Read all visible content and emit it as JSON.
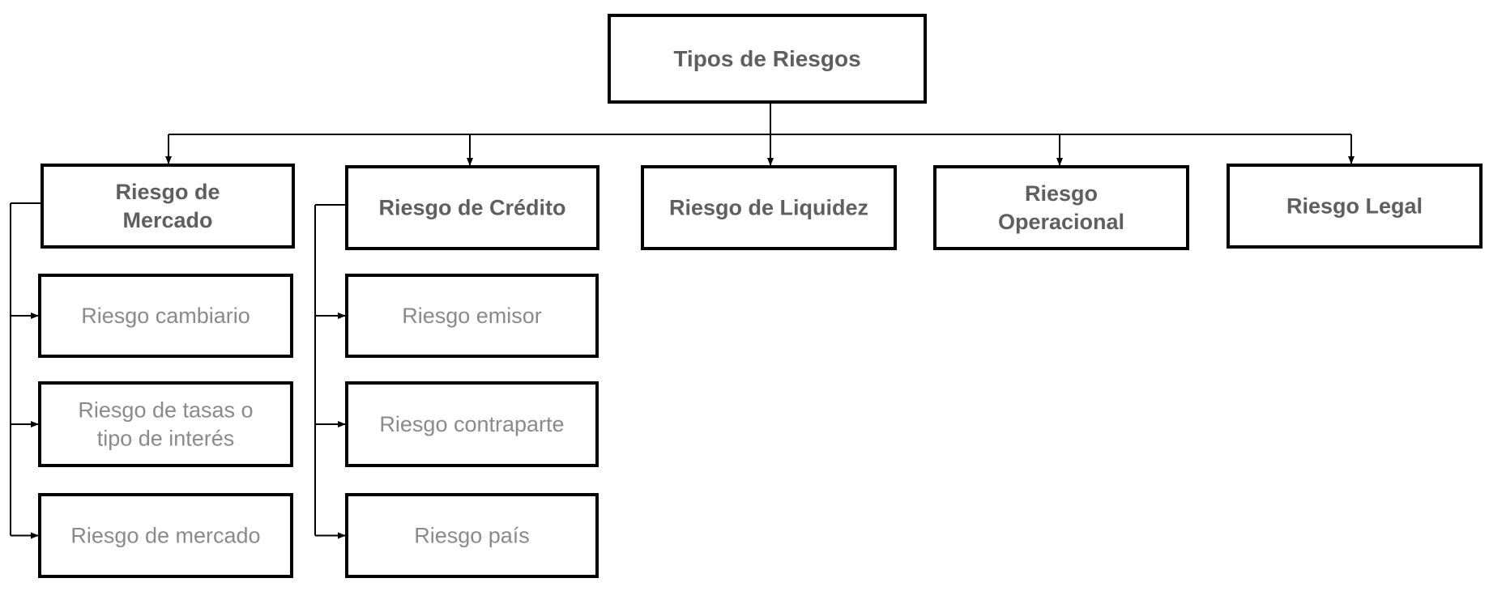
{
  "diagram": {
    "root": {
      "label": "Tipos de Riesgos"
    },
    "categories": [
      {
        "lines": [
          "Riesgo de",
          "Mercado"
        ],
        "children": [
          {
            "lines": [
              "Riesgo cambiario"
            ]
          },
          {
            "lines": [
              "Riesgo de tasas o",
              "tipo de interés"
            ]
          },
          {
            "lines": [
              "Riesgo de mercado"
            ]
          }
        ]
      },
      {
        "lines": [
          "Riesgo de Crédito"
        ],
        "children": [
          {
            "lines": [
              "Riesgo emisor"
            ]
          },
          {
            "lines": [
              "Riesgo contraparte"
            ]
          },
          {
            "lines": [
              "Riesgo país"
            ]
          }
        ]
      },
      {
        "lines": [
          "Riesgo de Liquidez"
        ],
        "children": []
      },
      {
        "lines": [
          "Riesgo",
          "Operacional"
        ],
        "children": []
      },
      {
        "lines": [
          "Riesgo Legal"
        ],
        "children": []
      }
    ]
  }
}
